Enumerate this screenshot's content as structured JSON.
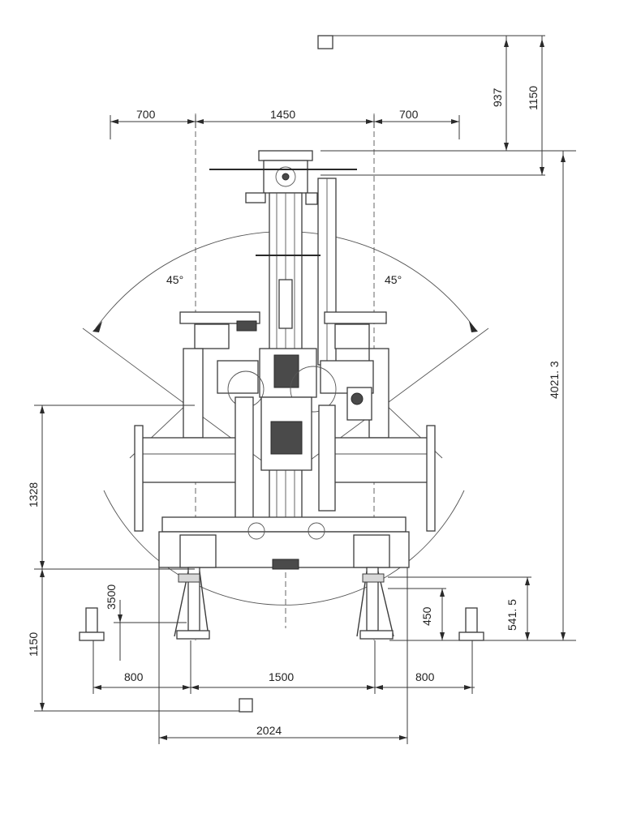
{
  "drawing": {
    "angles": {
      "left": "45°",
      "right": "45°"
    },
    "top_dims": {
      "left_offset": "700",
      "center_width": "1450",
      "right_offset": "700"
    },
    "right_dims": {
      "upper_small": "937",
      "upper_large": "1150",
      "total_height": "4021. 3",
      "foot_height": "541. 5"
    },
    "left_dims": {
      "frame_height": "1328",
      "base_height": "1150"
    },
    "center_dims": {
      "outrigger_vertical": "3500",
      "foot_vertical": "450"
    },
    "bottom_dims": {
      "left_outrigger": "800",
      "foot_spacing": "1500",
      "right_outrigger": "800",
      "overall_width": "2024"
    }
  }
}
